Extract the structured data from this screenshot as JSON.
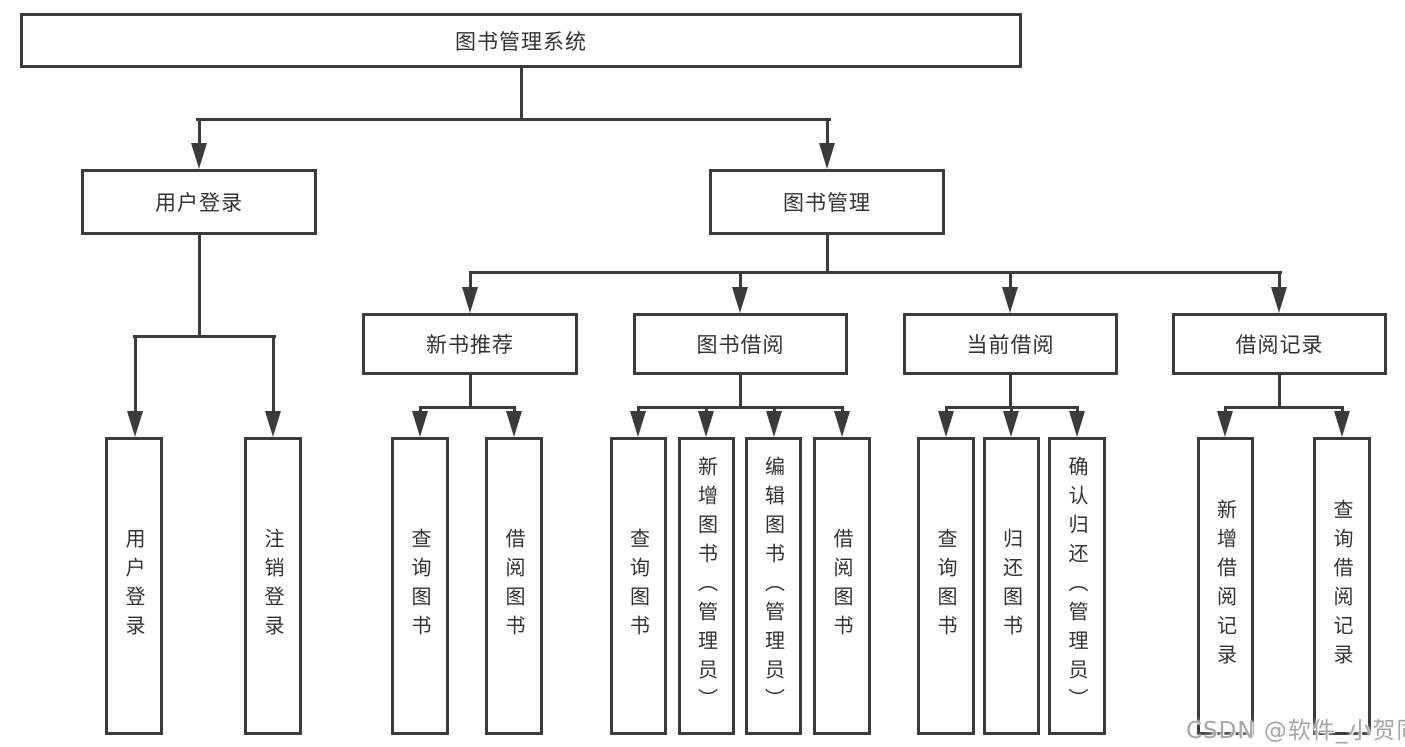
{
  "diagram": {
    "root": {
      "label": "图书管理系统"
    },
    "branches": [
      {
        "label": "用户登录",
        "leaves": [
          {
            "label": "用户登录"
          },
          {
            "label": "注销登录"
          }
        ]
      },
      {
        "label": "图书管理",
        "sections": [
          {
            "label": "新书推荐",
            "leaves": [
              {
                "label": "查询图书"
              },
              {
                "label": "借阅图书"
              }
            ]
          },
          {
            "label": "图书借阅",
            "leaves": [
              {
                "label": "查询图书"
              },
              {
                "label": "新增图书（管理员）"
              },
              {
                "label": "编辑图书（管理员）"
              },
              {
                "label": "借阅图书"
              }
            ]
          },
          {
            "label": "当前借阅",
            "leaves": [
              {
                "label": "查询图书"
              },
              {
                "label": "归还图书"
              },
              {
                "label": "确认归还（管理员）"
              }
            ]
          },
          {
            "label": "借阅记录",
            "leaves": [
              {
                "label": "新增借阅记录"
              },
              {
                "label": "查询借阅记录"
              }
            ]
          }
        ]
      }
    ],
    "watermark": "CSDN @软件_小贺同学",
    "colors": {
      "line": "#3b3b3b",
      "text": "#333333",
      "box_fill": "#ffffff",
      "watermark": "#a6a6a6"
    }
  }
}
